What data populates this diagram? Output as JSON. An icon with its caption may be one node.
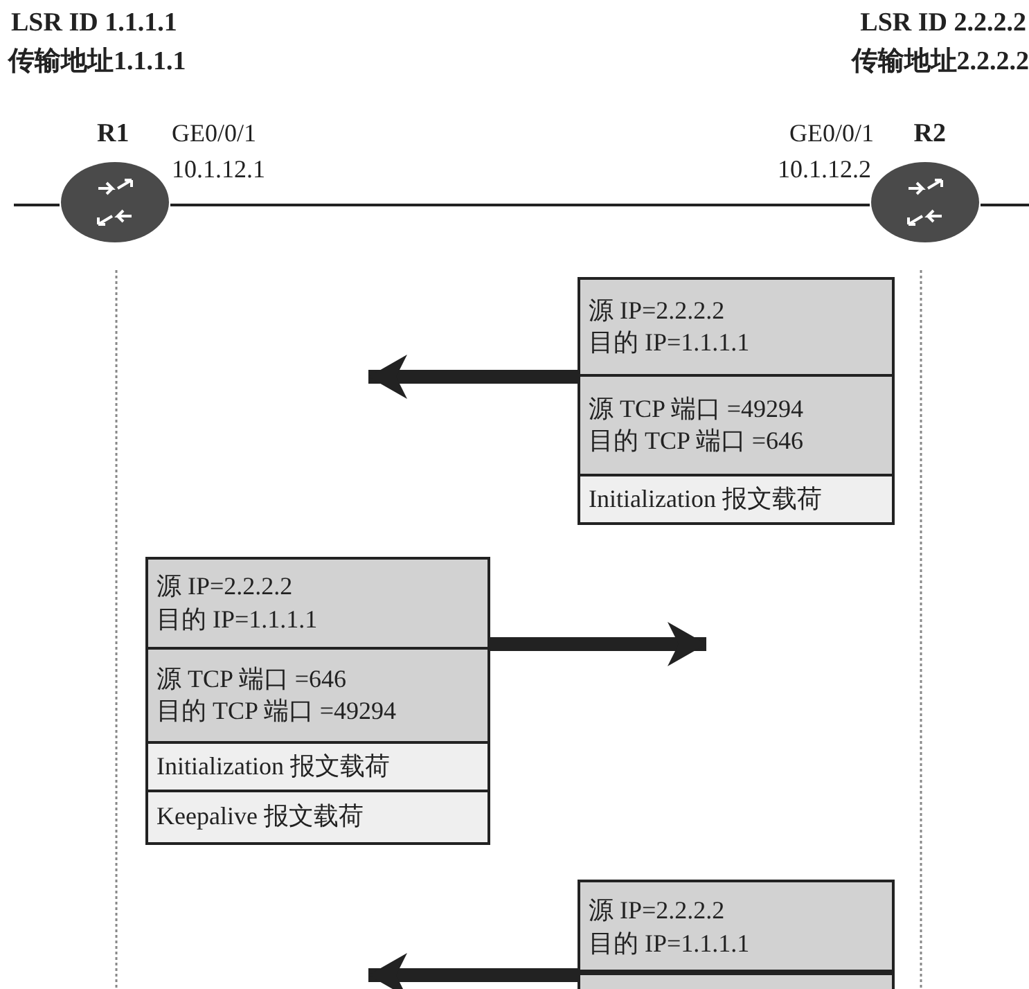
{
  "diagram": {
    "nodes": [
      {
        "text": [],
        "shape": "circle",
        "beside": [
          "R1",
          "GE0/0/1",
          "10.1.12.1"
        ]
      },
      {
        "text": [],
        "shape": "circle",
        "beside": [
          "GE0/0/1",
          "R2",
          "10.1.12.2"
        ]
      },
      {
        "text": [],
        "shape": "box"
      },
      {
        "text": [
          "源 IP=2.2.2.2",
          "目的 IP=1.1.1.1"
        ],
        "in": 2
      },
      {
        "text": [
          "源 TCP 端口 =49294",
          "目的 TCP 端口 =646"
        ],
        "in": 2
      },
      {
        "text": [
          "Initialization 报文载荷"
        ],
        "in": 2
      },
      {
        "text": [],
        "shape": "box"
      },
      {
        "text": [
          "源 IP=2.2.2.2",
          "目的 IP=1.1.1.1"
        ],
        "in": 6
      },
      {
        "text": [
          "源 TCP 端口 =646",
          "目的 TCP 端口 =49294"
        ],
        "in": 6
      },
      {
        "text": [
          "Initialization 报文载荷"
        ],
        "in": 6
      },
      {
        "text": [
          "Keepalive 报文载荷"
        ],
        "in": 6
      },
      {
        "text": [],
        "shape": "box"
      },
      {
        "text": [
          "源 IP=2.2.2.2",
          "目的 IP=1.1.1.1"
        ],
        "in": 11
      },
      {
        "text": [],
        "shape": "box",
        "in": 11
      }
    ],
    "edges": [
      {
        "from": 0,
        "to": 1,
        "arrow": "none"
      },
      {
        "from": 2,
        "to": null,
        "arrow": "to"
      },
      {
        "from": 6,
        "to": null,
        "arrow": "to"
      },
      {
        "from": 11,
        "to": null,
        "arrow": "to"
      }
    ],
    "labels": [
      "LSR ID 1.1.1.1",
      "传输地址1.1.1.1",
      "LSR ID 2.2.2.2",
      "传输地址2.2.2.2"
    ]
  }
}
